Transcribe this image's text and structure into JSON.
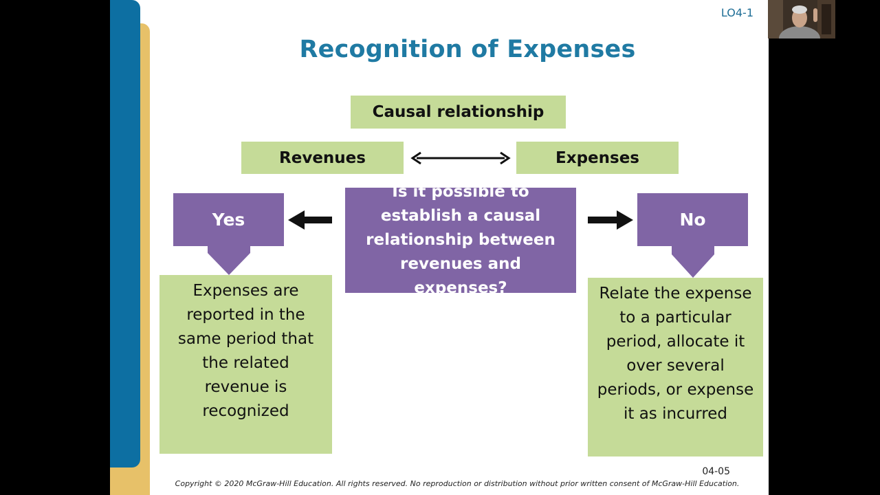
{
  "slide": {
    "lo_tag": "LO4-1",
    "title": "Recognition of Expenses",
    "page_number": "04-05",
    "copyright": "Copyright © 2020 McGraw-Hill Education. All rights reserved. No reproduction or distribution without prior written consent of McGraw-Hill Education."
  },
  "diagram": {
    "causal_relationship": "Causal relationship",
    "revenues": "Revenues",
    "expenses": "Expenses",
    "question": "Is it possible to establish a causal relationship between revenues and expenses?",
    "yes": "Yes",
    "no": "No",
    "yes_result": "Expenses are reported in the same period that the related revenue is recognized",
    "no_result": "Relate the expense to a particular period, allocate it over several periods, or expense it as incurred"
  },
  "colors": {
    "title": "#1f7aa3",
    "green_box": "#c5db98",
    "purple_box": "#8065a5",
    "blue_bar": "#0d6fa2",
    "gold_bar": "#e7c169"
  },
  "icons": {
    "presenter_webcam": "webcam-video-icon"
  }
}
